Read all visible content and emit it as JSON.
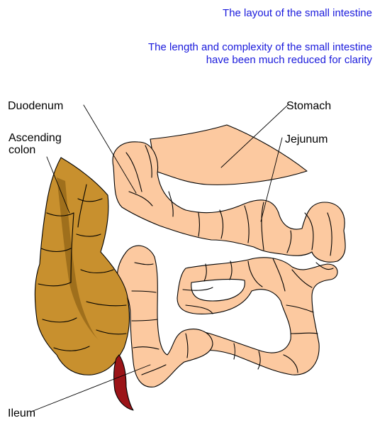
{
  "header": {
    "title": "The layout of the small intestine",
    "subtitle_line1": "The length and complexity of the small intestine",
    "subtitle_line2": "have been much reduced for clarity"
  },
  "labels": {
    "duodenum": "Duodenum",
    "stomach": "Stomach",
    "ascending_colon_line1": "Ascending",
    "ascending_colon_line2": "colon",
    "jejunum": "Jejunum",
    "ileum": "Ileum"
  },
  "colors": {
    "intestine": "#fcc9a0",
    "colon": "#c8902e",
    "colon_dark": "#9f6f1c",
    "appendix": "#9b1418",
    "title_text": "#1a1adc"
  }
}
